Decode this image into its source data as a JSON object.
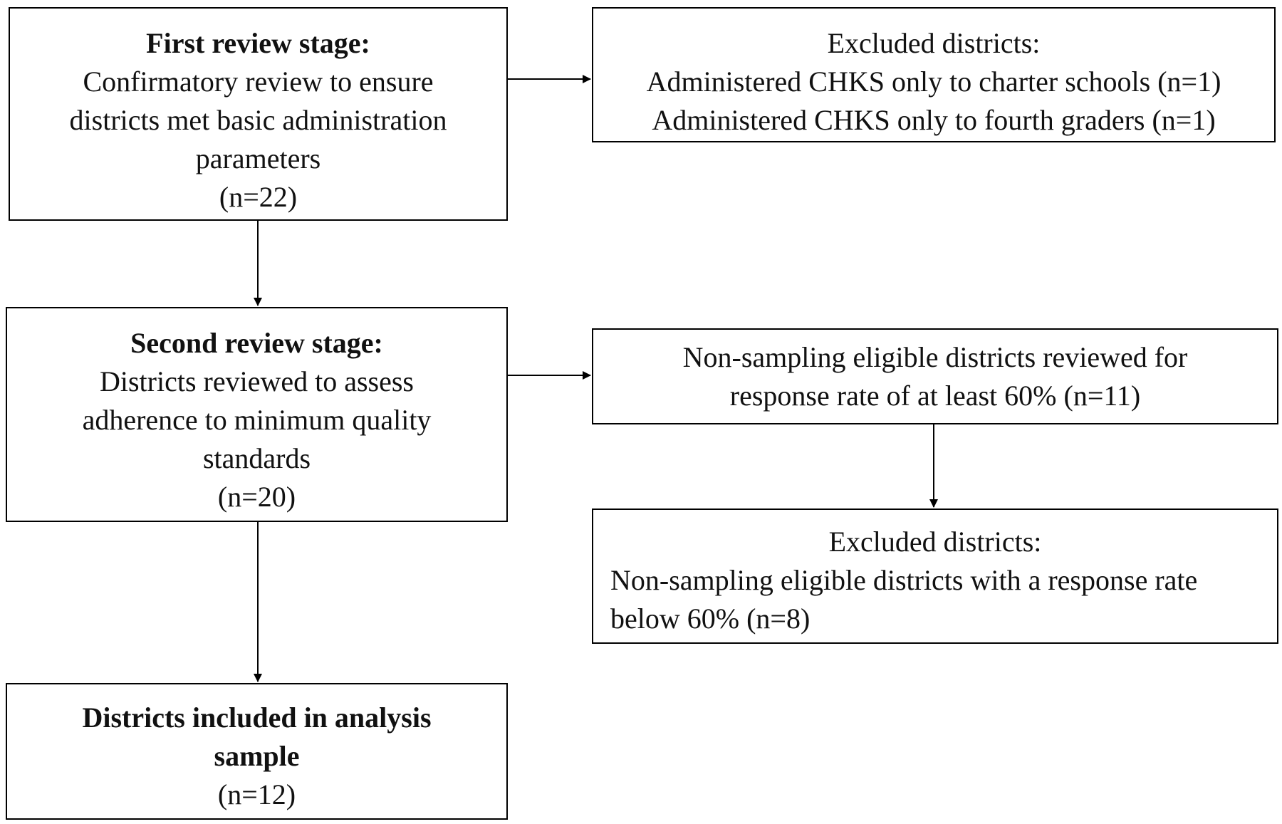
{
  "stage1": {
    "title": "First review stage:",
    "lines": [
      "Confirmatory review to ensure",
      "districts met basic administration",
      "parameters"
    ],
    "n": "(n=22)"
  },
  "excluded1": {
    "title": "Excluded districts:",
    "lines": [
      "Administered CHKS only to charter schools (n=1)",
      "Administered CHKS only to fourth graders (n=1)"
    ]
  },
  "stage2": {
    "title": "Second review stage:",
    "lines": [
      "Districts reviewed to assess",
      "adherence to minimum quality",
      "standards"
    ],
    "n": "(n=20)"
  },
  "nonsampling": {
    "lines": [
      "Non-sampling eligible districts reviewed for",
      "response rate of at least 60% (n=11)"
    ]
  },
  "excluded2": {
    "title": "Excluded districts:",
    "lines": [
      "Non-sampling eligible districts with a response rate",
      "below 60% (n=8)"
    ]
  },
  "final": {
    "title_lines": [
      "Districts included in analysis",
      "sample"
    ],
    "n": "(n=12)"
  }
}
